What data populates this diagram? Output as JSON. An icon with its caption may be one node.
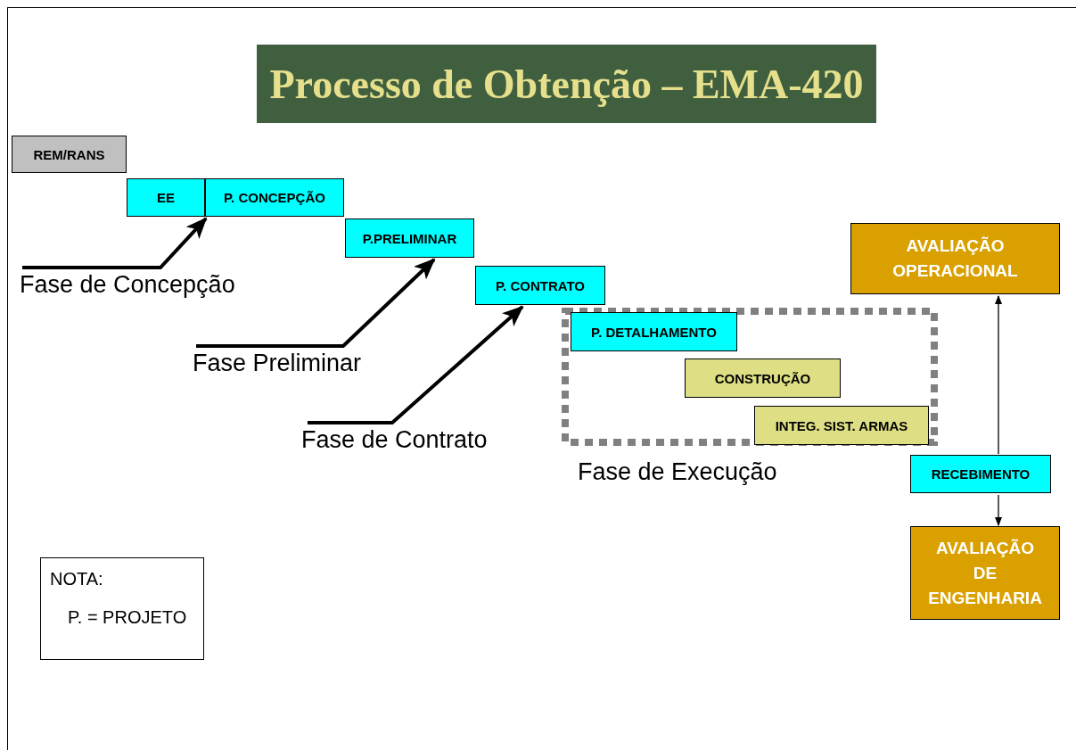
{
  "diagram": {
    "title": "Processo de Obtenção – EMA-420",
    "nodes": [
      {
        "text": [
          "REM/RANS"
        ]
      },
      {
        "text": [
          "EE"
        ]
      },
      {
        "text": [
          "P. CONCEPÇÃO"
        ]
      },
      {
        "text": [
          "P.PRELIMINAR"
        ]
      },
      {
        "text": [
          "P. CONTRATO"
        ]
      },
      {
        "text": [
          "Fase de Execução"
        ]
      },
      {
        "text": [
          "P. DETALHAMENTO"
        ],
        "in": 5
      },
      {
        "text": [
          "CONSTRUÇÃO"
        ],
        "in": 5
      },
      {
        "text": [
          "INTEG. SIST. ARMAS"
        ],
        "in": 5
      },
      {
        "text": [
          "AVALIAÇÃO OPERACIONAL"
        ]
      },
      {
        "text": [
          "RECEBIMENTO"
        ]
      },
      {
        "text": [
          "AVALIAÇÃO DE ENGENHARIA"
        ]
      },
      {
        "text": [
          "Fase de Concepção"
        ]
      },
      {
        "text": [
          "Fase Preliminar"
        ]
      },
      {
        "text": [
          "Fase de Contrato"
        ]
      },
      {
        "text": [
          "NOTA:",
          "P. = PROJETO"
        ]
      }
    ],
    "edges": [
      {
        "from": 12,
        "to": 2,
        "arrow": "to"
      },
      {
        "from": 13,
        "to": 3,
        "arrow": "to"
      },
      {
        "from": 14,
        "to": 4,
        "arrow": "to"
      },
      {
        "from": 10,
        "to": 9,
        "arrow": "to"
      },
      {
        "from": 10,
        "to": 11,
        "arrow": "to"
      }
    ]
  }
}
